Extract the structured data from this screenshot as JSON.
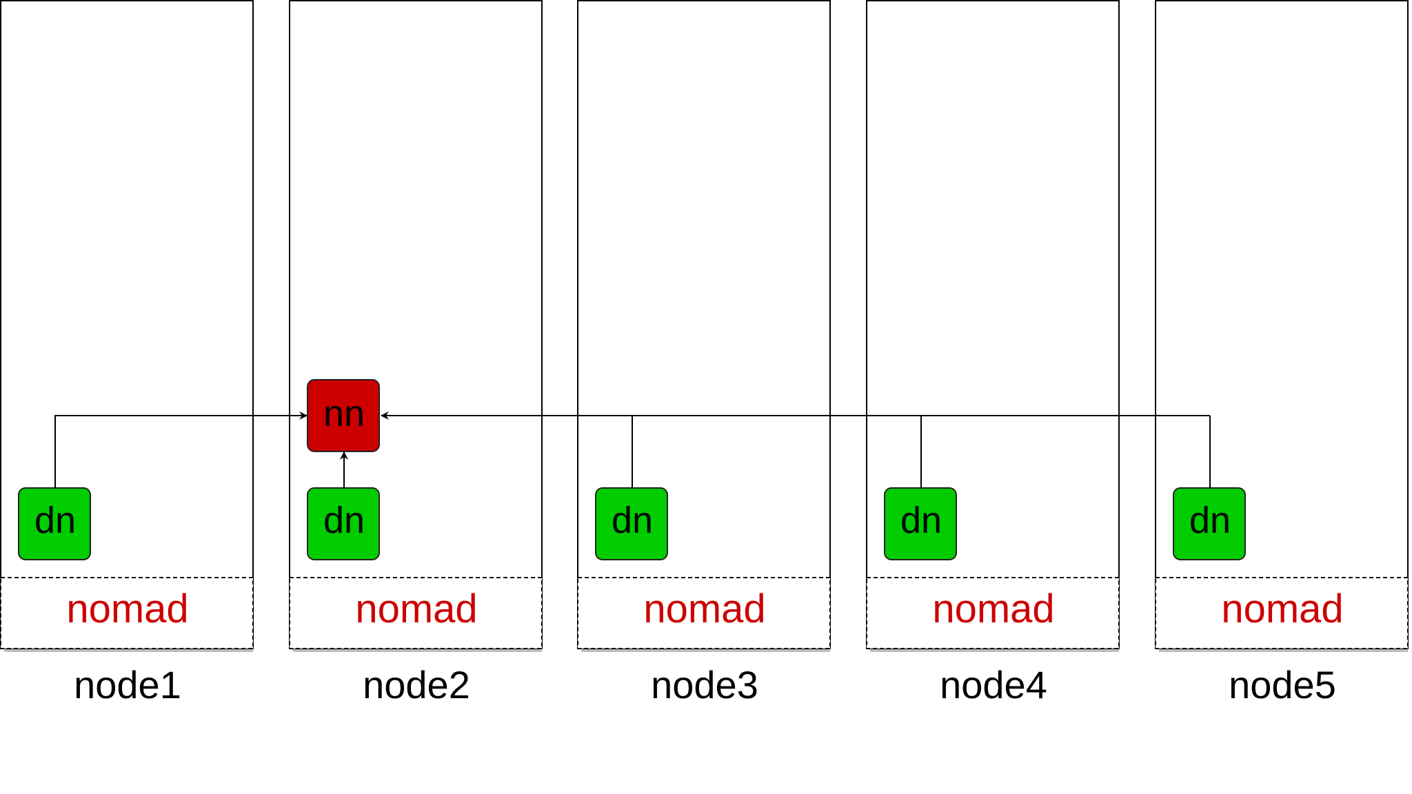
{
  "diagram": {
    "nodes": [
      {
        "label": "node1",
        "agent_label": "nomad",
        "datanode_label": "dn"
      },
      {
        "label": "node2",
        "agent_label": "nomad",
        "datanode_label": "dn",
        "namenode_label": "nn"
      },
      {
        "label": "node3",
        "agent_label": "nomad",
        "datanode_label": "dn"
      },
      {
        "label": "node4",
        "agent_label": "nomad",
        "datanode_label": "dn"
      },
      {
        "label": "node5",
        "agent_label": "nomad",
        "datanode_label": "dn"
      }
    ],
    "colors": {
      "datanode_fill": "#00cc00",
      "namenode_fill": "#cc0000",
      "agent_text": "#cc0000",
      "border": "#000000",
      "shadow": "#bdbdbd"
    }
  }
}
